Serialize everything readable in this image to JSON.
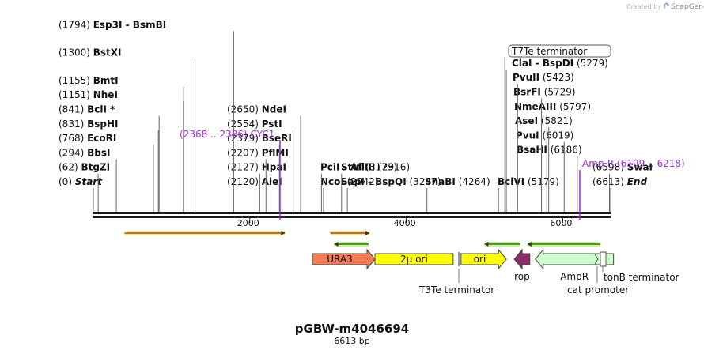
{
  "credit": {
    "created_by": "Created by",
    "brand": "SnapGene"
  },
  "plasmid": {
    "name": "pGBW-m4046694",
    "length_label": "6613 bp",
    "length_bp": 6613
  },
  "ruler": {
    "ticks": [
      {
        "pos": 2000,
        "label": "2000"
      },
      {
        "pos": 4000,
        "label": "4000"
      },
      {
        "pos": 6000,
        "label": "6000"
      }
    ]
  },
  "enzymes": [
    {
      "name": "BtgZI",
      "pos_label": "(62)",
      "pos": 62
    },
    {
      "name": "Start",
      "pos_label": "(0)",
      "pos": 0,
      "italic": true
    },
    {
      "name": "BbsI",
      "pos_label": "(294)",
      "pos": 294
    },
    {
      "name": "EcoRI",
      "pos_label": "(768)",
      "pos": 768
    },
    {
      "name": "BspHI",
      "pos_label": "(831)",
      "pos": 831
    },
    {
      "name": "BclI *",
      "pos_label": "(841)",
      "pos": 841
    },
    {
      "name": "NheI",
      "pos_label": "(1151)",
      "pos": 1151
    },
    {
      "name": "BmtI",
      "pos_label": "(1155)",
      "pos": 1155
    },
    {
      "name": "BstXI",
      "pos_label": "(1300)",
      "pos": 1300
    },
    {
      "name": "Esp3I - BsmBI",
      "pos_label": "(1794)",
      "pos": 1794
    },
    {
      "name": "AleI",
      "pos_label": "(2120)",
      "pos": 2120
    },
    {
      "name": "HpaI",
      "pos_label": "(2127)",
      "pos": 2127
    },
    {
      "name": "PflMI",
      "pos_label": "(2207)",
      "pos": 2207
    },
    {
      "name": "BseRI",
      "pos_label": "(2379)",
      "pos": 2379
    },
    {
      "name": "PstI",
      "pos_label": "(2554)",
      "pos": 2554
    },
    {
      "name": "NdeI",
      "pos_label": "(2650)",
      "pos": 2650
    },
    {
      "name": "PciI - AflIII",
      "pos_label": "(2916)",
      "pos": 2916
    },
    {
      "name": "NcoI",
      "pos_label": "(2942)",
      "pos": 2942
    },
    {
      "name": "StuI",
      "pos_label": "(3173)",
      "pos": 3173
    },
    {
      "name": "SapI - BspQI",
      "pos_label": "(3247)",
      "pos": 3247
    },
    {
      "name": "SnaBI",
      "pos_label": "(4264)",
      "pos": 4264
    },
    {
      "name": "BclVI",
      "pos_label": "(5179)",
      "pos": 5179
    },
    {
      "name": "ClaI - BspDI",
      "pos_label": "(5279)",
      "pos": 5279
    },
    {
      "name": "PvuII",
      "pos_label": "(5423)",
      "pos": 5423
    },
    {
      "name": "BsrFI",
      "pos_label": "(5729)",
      "pos": 5729
    },
    {
      "name": "NmeAIII",
      "pos_label": "(5797)",
      "pos": 5797
    },
    {
      "name": "AseI",
      "pos_label": "(5821)",
      "pos": 5821
    },
    {
      "name": "PvuI",
      "pos_label": "(6019)",
      "pos": 6019
    },
    {
      "name": "BsaHI",
      "pos_label": "(6186)",
      "pos": 6186
    },
    {
      "name": "SwaI",
      "pos_label": "(6598)",
      "pos": 6598
    },
    {
      "name": "End",
      "pos_label": "(6613)",
      "pos": 6613,
      "italic": true
    }
  ],
  "highlights": [
    {
      "name": "CYC1",
      "range_label": "(2368 .. 2386)",
      "pos": 2386,
      "color": "#9b30d9"
    },
    {
      "name": "Amp-R",
      "range_label": "(6199 .. 6218)",
      "pos": 6218,
      "color": "#9b30d9"
    }
  ],
  "terminator_box": {
    "label": "T7Te terminator",
    "pos": 5260
  },
  "primers": [
    {
      "start": 400,
      "end": 2450,
      "direction": "forward",
      "kind": "orange"
    },
    {
      "start": 3030,
      "end": 3530,
      "direction": "forward",
      "kind": "orange"
    },
    {
      "start": 3080,
      "end": 3520,
      "direction": "reverse",
      "kind": "green"
    },
    {
      "start": 5000,
      "end": 5460,
      "direction": "reverse",
      "kind": "green"
    },
    {
      "start": 5550,
      "end": 6480,
      "direction": "reverse",
      "kind": "green"
    }
  ],
  "features": [
    {
      "label": "URA3",
      "start": 2800,
      "end": 3600,
      "direction": "forward",
      "color": "#f47c54",
      "label_inside": true
    },
    {
      "label": "2μ ori",
      "start": 3600,
      "end": 4600,
      "direction": "none",
      "color": "#ffff00",
      "label_inside": true
    },
    {
      "label": "ori",
      "start": 4700,
      "end": 5280,
      "direction": "forward",
      "color": "#ffff00",
      "label_inside": true
    },
    {
      "label": "rop",
      "start": 5380,
      "end": 5580,
      "direction": "reverse",
      "color": "#8e2a6a",
      "label_inside": false
    },
    {
      "label": "AmpR",
      "start": 5650,
      "end": 6650,
      "direction": "reverse",
      "color": "#ccffcc",
      "label_inside": false
    },
    {
      "label": "tonB terminator",
      "start": 6650,
      "end": 6760,
      "direction": "none",
      "color": "#ffffff",
      "label_inside": false
    },
    {
      "label": "cat promoter",
      "start": 6500,
      "end": 6560,
      "direction": "none",
      "color": "#ffffff",
      "label_inside": false
    },
    {
      "label": "T3Te terminator",
      "start": 4610,
      "end": 4610,
      "direction": "none",
      "color": "#ffffff",
      "label_inside": false
    }
  ]
}
